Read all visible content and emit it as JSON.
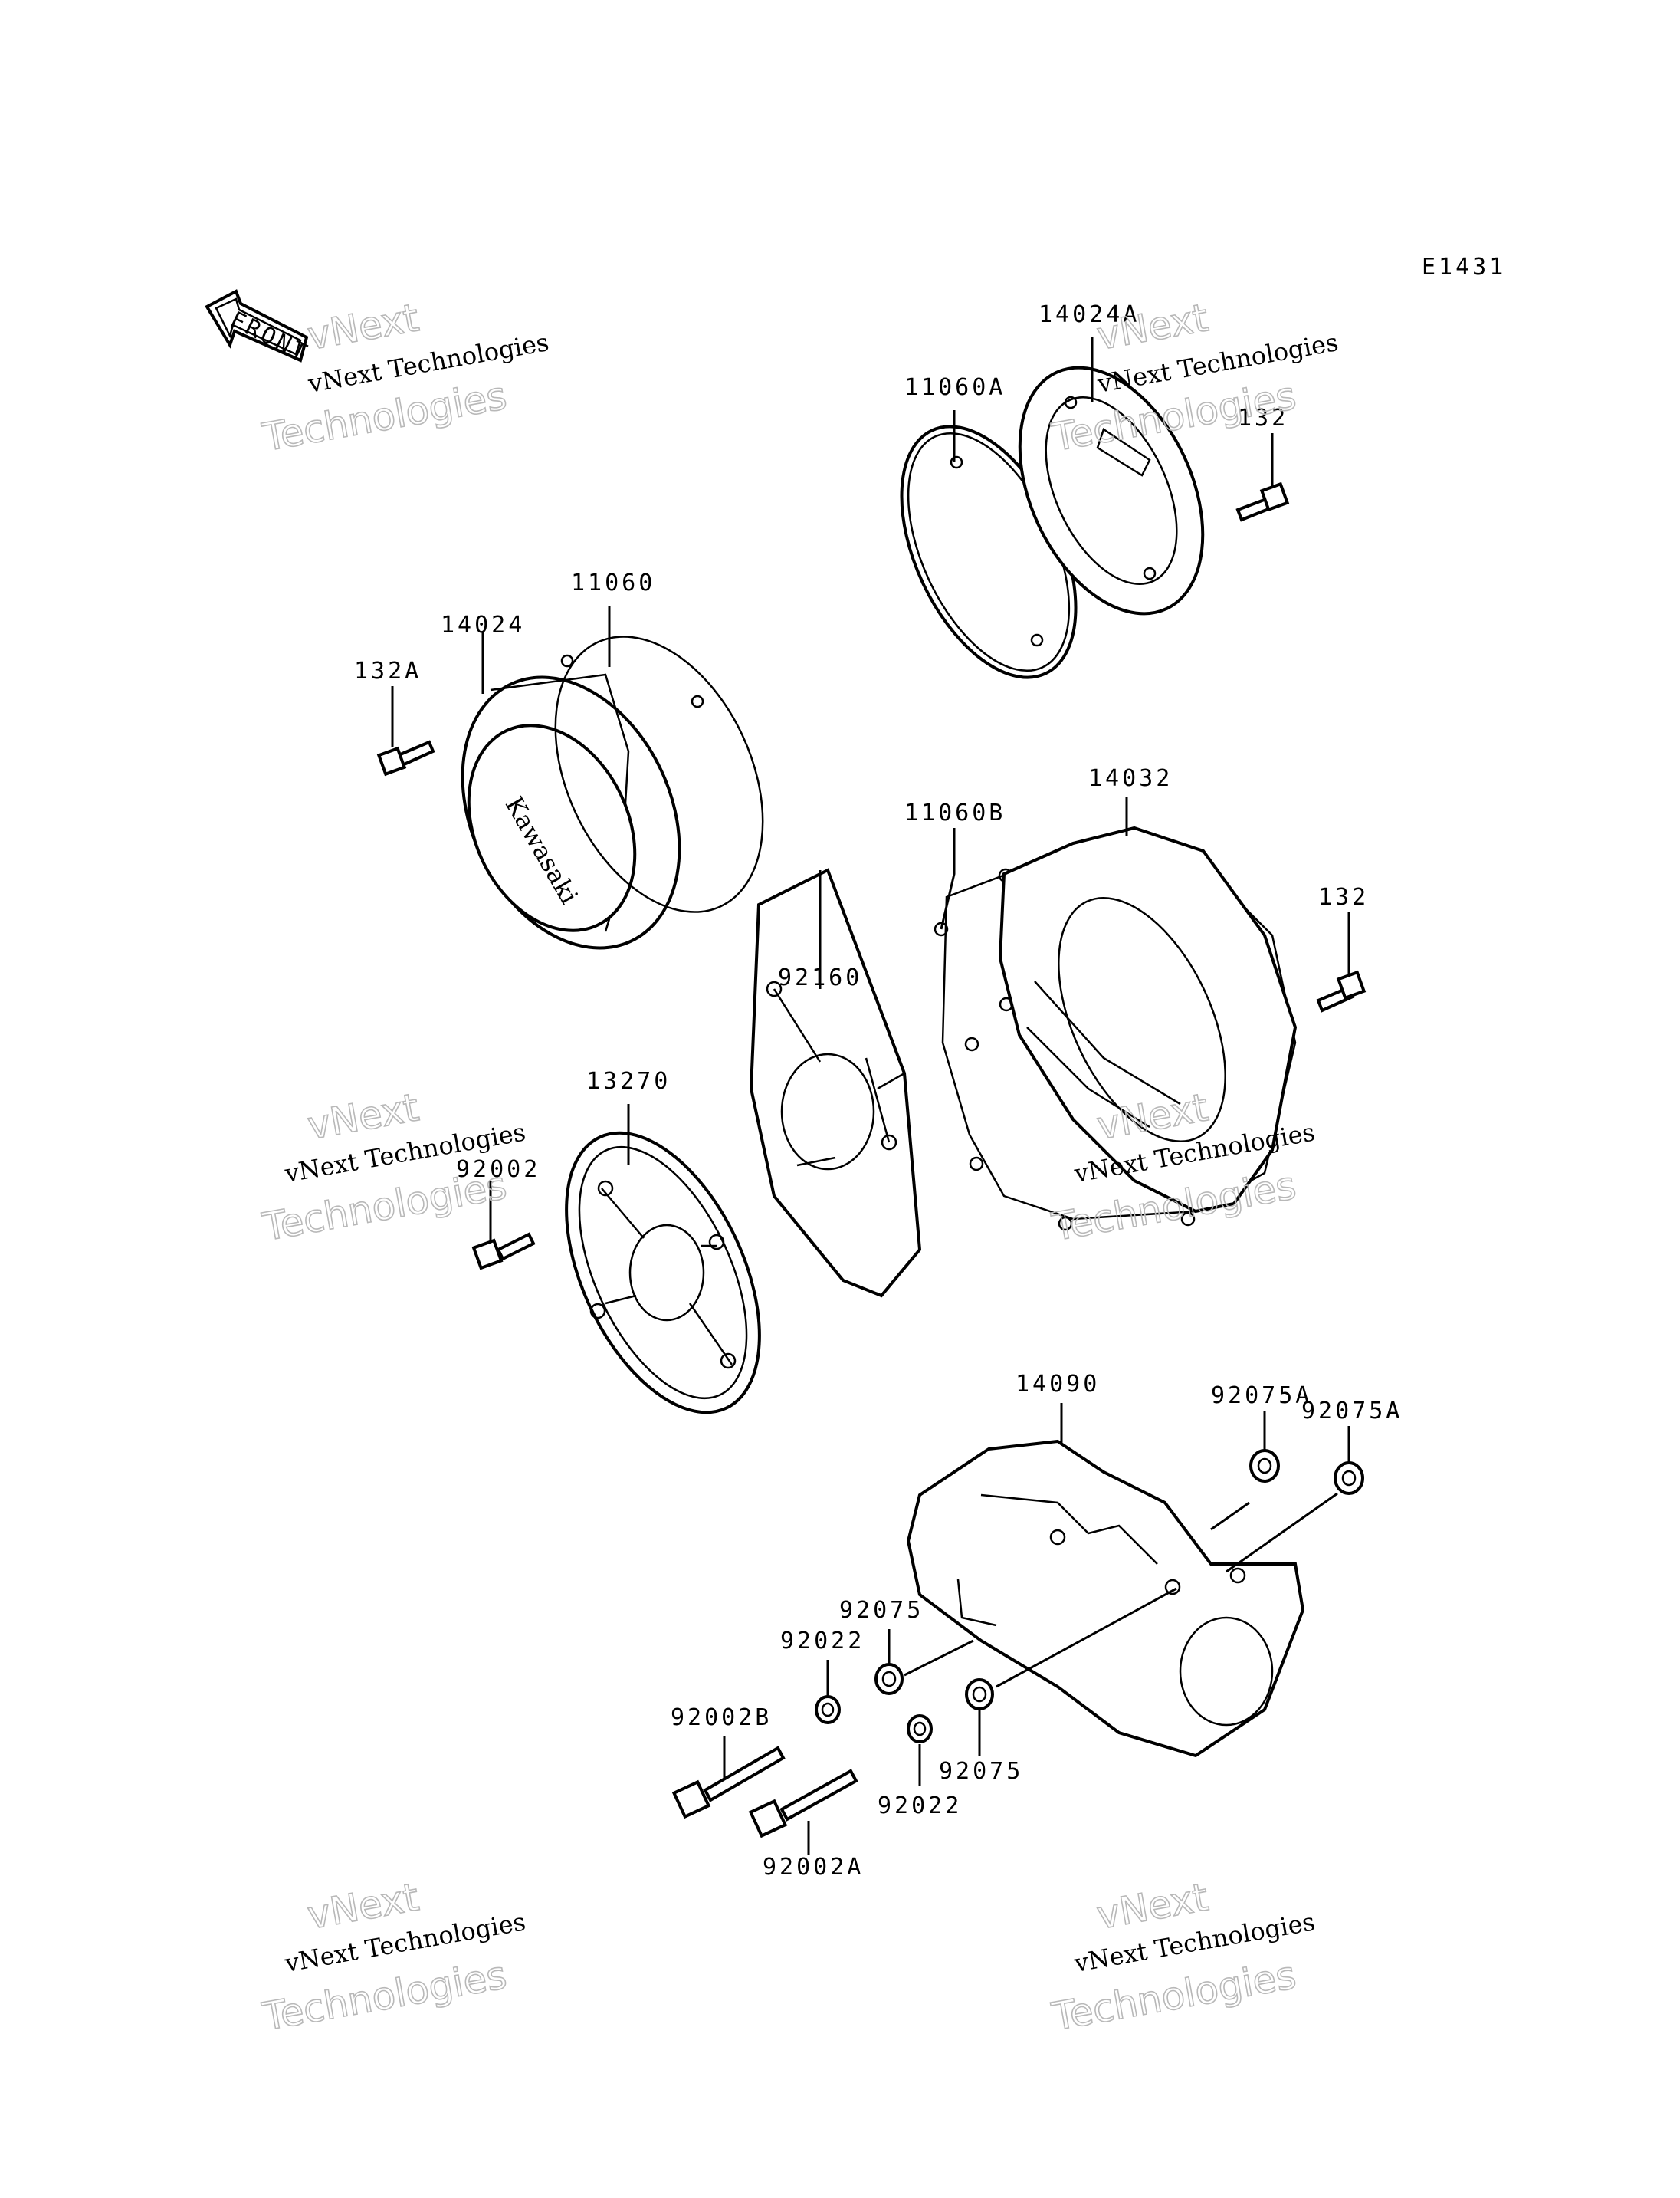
{
  "diagram_code": "E1431",
  "front_label": "FRONT",
  "brand_text": "Kawasaki",
  "watermark": {
    "line1": "vNext Technologies",
    "line2": "vNext",
    "line3": "Technologies"
  },
  "callouts": {
    "p14024A": "14024A",
    "p11060A": "11060A",
    "p132_top": "132",
    "p11060": "11060",
    "p14024": "14024",
    "p132A": "132A",
    "p14032": "14032",
    "p11060B": "11060B",
    "p132_mid": "132",
    "p92160": "92160",
    "p13270": "13270",
    "p92002": "92002",
    "p14090": "14090",
    "p92075A_1": "92075A",
    "p92075A_2": "92075A",
    "p92075_1": "92075",
    "p92022_1": "92022",
    "p92002B": "92002B",
    "p92022_2": "92022",
    "p92075_2": "92075",
    "p92002A": "92002A"
  }
}
